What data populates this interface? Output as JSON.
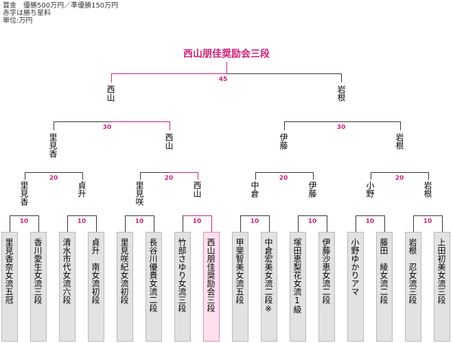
{
  "notes": [
    "賞金　優勝500万円／準優勝150万円",
    "赤字は勝ち星料",
    "単位:万円"
  ],
  "champion": "西山朋佳奨励会三段",
  "final": {
    "left": "西山",
    "right": "岩根",
    "prize": "45"
  },
  "semis": [
    {
      "left": "里見香",
      "right": "西山",
      "prize": "30"
    },
    {
      "left": "伊藤",
      "right": "岩根",
      "prize": "30"
    }
  ],
  "quarters": [
    {
      "left": "里見香",
      "right": "貞升",
      "prize": "20"
    },
    {
      "left": "里見咲",
      "right": "西山",
      "prize": "20"
    },
    {
      "left": "中倉",
      "right": "伊藤",
      "prize": "20"
    },
    {
      "left": "小野",
      "right": "岩根",
      "prize": "20"
    }
  ],
  "round1_prizes": [
    "10",
    "10",
    "10",
    "10",
    "10",
    "10",
    "10",
    "10"
  ],
  "players": [
    "里見香奈女流五冠",
    "香川愛生女流三段",
    "清水市代女流六段",
    "貞升　南女流初段",
    "里見咲紀女流初段",
    "長谷川優貴女流二段",
    "竹部さゆり女流三段",
    "西山朋佳奨励会三段",
    "甲斐智美女流五段",
    "中倉宏美女流二段※",
    "塚田恵梨花女流1級",
    "伊藤沙恵女流二段",
    "小野ゆかりアマ",
    "藤田　綾女流二段",
    "岩根　忍女流三段",
    "上田初美女流三段"
  ],
  "colors": {
    "win_line": "#cc2277",
    "line": "#333333",
    "box": "#e2e2e2",
    "win_box": "#ffe0ee"
  }
}
